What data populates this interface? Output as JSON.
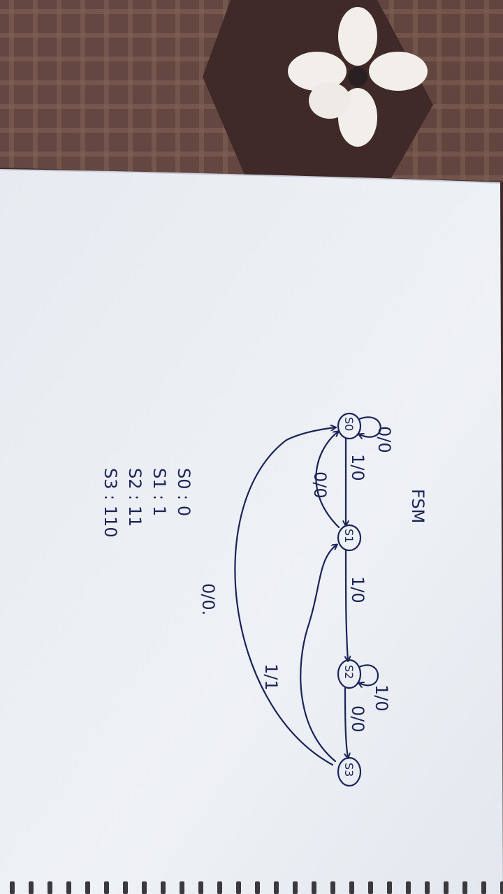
{
  "title": "FSM",
  "states": [
    {
      "id": "s0",
      "label": "S0"
    },
    {
      "id": "s1",
      "label": "S1"
    },
    {
      "id": "s2",
      "label": "S2"
    },
    {
      "id": "s3",
      "label": "S3"
    }
  ],
  "transitions": [
    {
      "id": "t-s0-self",
      "from": "S0",
      "to": "S0",
      "label": "0/0"
    },
    {
      "id": "t-s0-s1",
      "from": "S0",
      "to": "S1",
      "label": "1/0"
    },
    {
      "id": "t-s1-s0",
      "from": "S1",
      "to": "S0",
      "label": "0/0"
    },
    {
      "id": "t-s1-s2",
      "from": "S1",
      "to": "S2",
      "label": "1/0"
    },
    {
      "id": "t-s2-self",
      "from": "S2",
      "to": "S2",
      "label": "1/0"
    },
    {
      "id": "t-s2-s3",
      "from": "S2",
      "to": "S3",
      "label": "0/0"
    },
    {
      "id": "t-s3-s1",
      "from": "S3",
      "to": "S1",
      "label": "1/1"
    },
    {
      "id": "t-s3-s0",
      "from": "S3",
      "to": "S0",
      "label": "0/0."
    }
  ],
  "encoding": [
    {
      "state": "S0",
      "sep": ":",
      "code": "0"
    },
    {
      "state": "S1",
      "sep": ":",
      "code": "1"
    },
    {
      "state": "S2",
      "sep": ":",
      "code": "11"
    },
    {
      "state": "S3",
      "sep": ":",
      "code": "110"
    }
  ]
}
